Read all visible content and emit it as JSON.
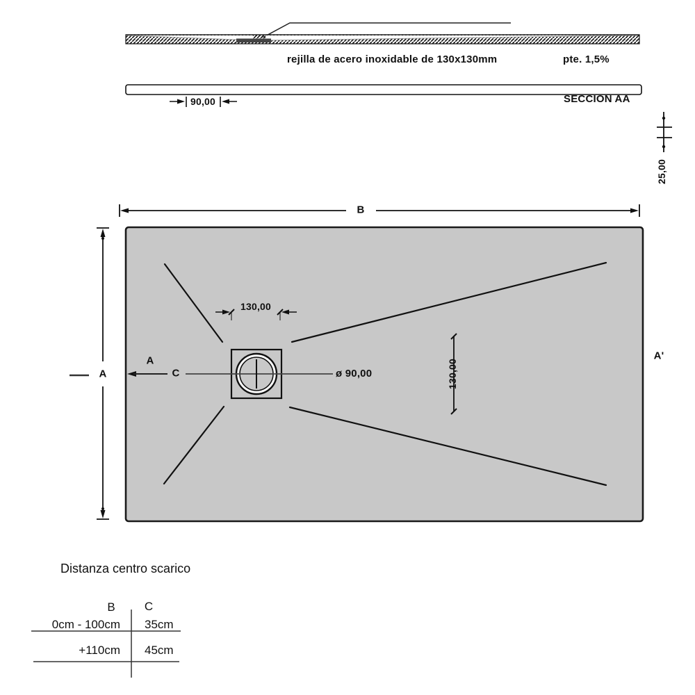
{
  "section": {
    "grate_note": "rejilla de acero inoxidable de 130x130mm",
    "slope": "pte. 1,5%",
    "name": "SECCION AA",
    "dim_drain": "90,00",
    "dim_height": "25,00"
  },
  "plan": {
    "dim_width_label": "B",
    "dim_length_label": "A",
    "cut_left_label": "A",
    "cut_right_label": "A'",
    "offset_label": "C",
    "drain_diameter": "ø 90,00",
    "drain_dim_horizontal": "130,00",
    "drain_dim_vertical": "130,00"
  },
  "table": {
    "title": "Distanza centro scarico",
    "headers": {
      "b": "B",
      "c": "C"
    },
    "rows": [
      {
        "b": "0cm - 100cm",
        "c": "35cm"
      },
      {
        "b": "+110cm",
        "c": "45cm"
      }
    ]
  },
  "colors": {
    "tray_fill": "#c8c8c8",
    "line": "#1a1a1a"
  }
}
